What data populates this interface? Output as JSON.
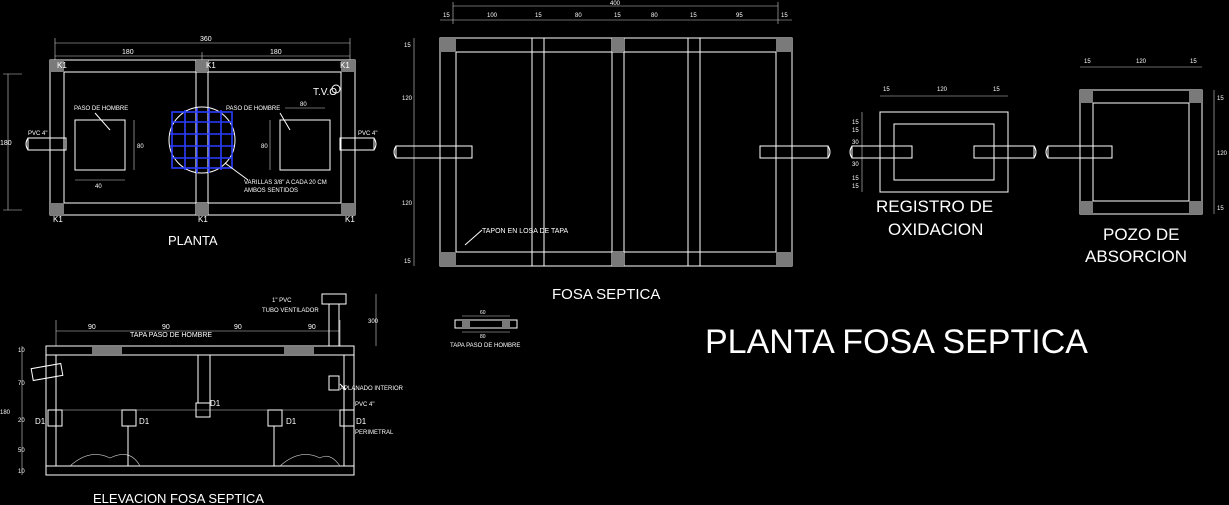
{
  "drawing": {
    "main_title": "PLANTA FOSA SEPTICA",
    "planta": {
      "title": "PLANTA",
      "dims": {
        "total": "360",
        "left": "180",
        "right": "180",
        "height": "180",
        "opening_w": "40",
        "opening_h": "80",
        "opening_h2": "80",
        "opening_top": "80"
      },
      "labels": {
        "paso_left": "PASO DE HOMBRE",
        "paso_right": "PASO DE HOMBRE",
        "pvc_left": "PVC 4\"",
        "pvc_right": "PVC 4\"",
        "tvo": "T.V.O",
        "varillas": "VARILLAS 3/8\" A CADA 20 CM",
        "ambos": "AMBOS SENTIDOS"
      },
      "corners": [
        "K1",
        "K1",
        "K1",
        "K1",
        "K1",
        "K1"
      ]
    },
    "fosa": {
      "title": "FOSA SEPTICA",
      "dims_top": [
        "15",
        "100",
        "15",
        "80",
        "15",
        "80",
        "15",
        "95",
        "15"
      ],
      "dim_total": "400",
      "dims_left": [
        "15",
        "120",
        "120",
        "15"
      ],
      "tapon": "TAPON EN LOSA DE TAPA"
    },
    "registro": {
      "title_line1": "REGISTRO DE",
      "title_line2": "OXIDACION",
      "dims_top": [
        "15",
        "120",
        "15"
      ],
      "dims_left": [
        "15",
        "15",
        "30",
        "30",
        "15",
        "15"
      ]
    },
    "pozo": {
      "title_line1": "POZO DE",
      "title_line2": "ABSORCION",
      "dims_top": [
        "15",
        "120",
        "15"
      ],
      "dims_right": [
        "15",
        "120",
        "15"
      ]
    },
    "elevacion": {
      "title": "ELEVACION FOSA SEPTICA",
      "dims_top": [
        "90",
        "90",
        "90",
        "90"
      ],
      "dims_left": [
        "10",
        "70",
        "180",
        "20",
        "50",
        "10"
      ],
      "dim_right": "300",
      "tapa": "TAPA PASO DE HOMBRE",
      "pvc_top": "1\" PVC",
      "tubo": "TUBO VENTILADOR",
      "aplanado": "APLANADO INTERIOR",
      "pvc": "PVC 4\"",
      "perimetral": "PERIMETRAL",
      "d_labels": [
        "D1",
        "D1",
        "D1",
        "D1",
        "D1"
      ]
    },
    "detalle": {
      "caption": "TAPA PASO DE HOMBRE",
      "dim_top": "60",
      "dim_bottom": "80"
    }
  }
}
